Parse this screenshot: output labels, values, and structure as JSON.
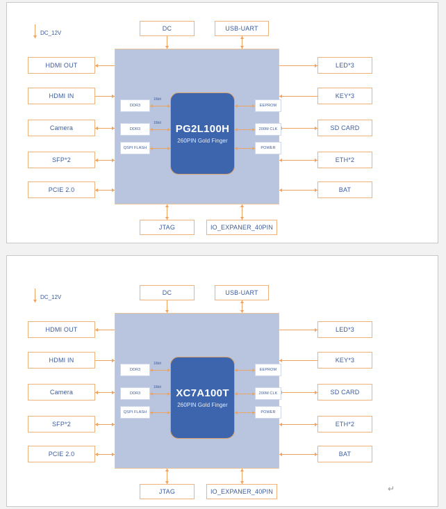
{
  "document": {
    "pages": 2,
    "paragraph_mark": "↵"
  },
  "colors": {
    "box_border": "#f0b27a",
    "box_text": "#3b5b9b",
    "chip_area_fill": "#b9c5de",
    "core_fill": "#3c65ad",
    "core_text": "#ffffff",
    "connector": "#f0a35e",
    "page_border": "#c8c8c8",
    "page_background": "#f2f2f2"
  },
  "diagrams": [
    {
      "id": "diagram-pg2l100h",
      "power_label": "DC_12V",
      "core": {
        "name": "PG2L100H",
        "subtitle": "260PIN Gold Finger"
      },
      "top_blocks": [
        {
          "label": "DC",
          "arrow": "down"
        },
        {
          "label": "USB-UART",
          "arrow": "both-vertical"
        }
      ],
      "bottom_blocks": [
        {
          "label": "JTAG",
          "arrow": "both-vertical"
        },
        {
          "label": "IO_EXPANER_40PIN",
          "arrow": "both-vertical"
        }
      ],
      "left_blocks": [
        {
          "label": "HDMI OUT",
          "arrow": "left"
        },
        {
          "label": "HDMI IN",
          "arrow": "right"
        },
        {
          "label": "Camera",
          "arrow": "both"
        },
        {
          "label": "SFP*2",
          "arrow": "both"
        },
        {
          "label": "PCIE 2.0",
          "arrow": "both"
        }
      ],
      "right_blocks": [
        {
          "label": "LED*3",
          "arrow": "right"
        },
        {
          "label": "KEY*3",
          "arrow": "left"
        },
        {
          "label": "SD CARD",
          "arrow": "both"
        },
        {
          "label": "ETH*2",
          "arrow": "both"
        },
        {
          "label": "BAT",
          "arrow": "both"
        }
      ],
      "inner_left_blocks": [
        {
          "label": "DDR3",
          "bus": "16bit",
          "arrow": "both"
        },
        {
          "label": "DDR3",
          "bus": "16bit",
          "arrow": "both"
        },
        {
          "label": "QSPI FLASH",
          "bus": "",
          "arrow": "both"
        }
      ],
      "inner_right_blocks": [
        {
          "label": "EEPROM",
          "arrow": "both"
        },
        {
          "label": "200M CLK",
          "arrow": "both"
        },
        {
          "label": "POWER",
          "arrow": "both"
        }
      ]
    },
    {
      "id": "diagram-xc7a100t",
      "power_label": "DC_12V",
      "core": {
        "name": "XC7A100T",
        "subtitle": "260PIN Gold Finger"
      },
      "top_blocks": [
        {
          "label": "DC",
          "arrow": "down"
        },
        {
          "label": "USB-UART",
          "arrow": "both-vertical"
        }
      ],
      "bottom_blocks": [
        {
          "label": "JTAG",
          "arrow": "both-vertical"
        },
        {
          "label": "IO_EXPANER_40PIN",
          "arrow": "both-vertical"
        }
      ],
      "left_blocks": [
        {
          "label": "HDMI OUT",
          "arrow": "left"
        },
        {
          "label": "HDMI IN",
          "arrow": "right"
        },
        {
          "label": "Camera",
          "arrow": "both"
        },
        {
          "label": "SFP*2",
          "arrow": "both"
        },
        {
          "label": "PCIE 2.0",
          "arrow": "both"
        }
      ],
      "right_blocks": [
        {
          "label": "LED*3",
          "arrow": "right"
        },
        {
          "label": "KEY*3",
          "arrow": "left"
        },
        {
          "label": "SD CARD",
          "arrow": "both"
        },
        {
          "label": "ETH*2",
          "arrow": "both"
        },
        {
          "label": "BAT",
          "arrow": "both"
        }
      ],
      "inner_left_blocks": [
        {
          "label": "DDR3",
          "bus": "16bit",
          "arrow": "both"
        },
        {
          "label": "DDR3",
          "bus": "16bit",
          "arrow": "both"
        },
        {
          "label": "QSPI FLASH",
          "bus": "",
          "arrow": "both"
        }
      ],
      "inner_right_blocks": [
        {
          "label": "EEPROM",
          "arrow": "both"
        },
        {
          "label": "200M CLK",
          "arrow": "both"
        },
        {
          "label": "POWER",
          "arrow": "both"
        }
      ]
    }
  ]
}
